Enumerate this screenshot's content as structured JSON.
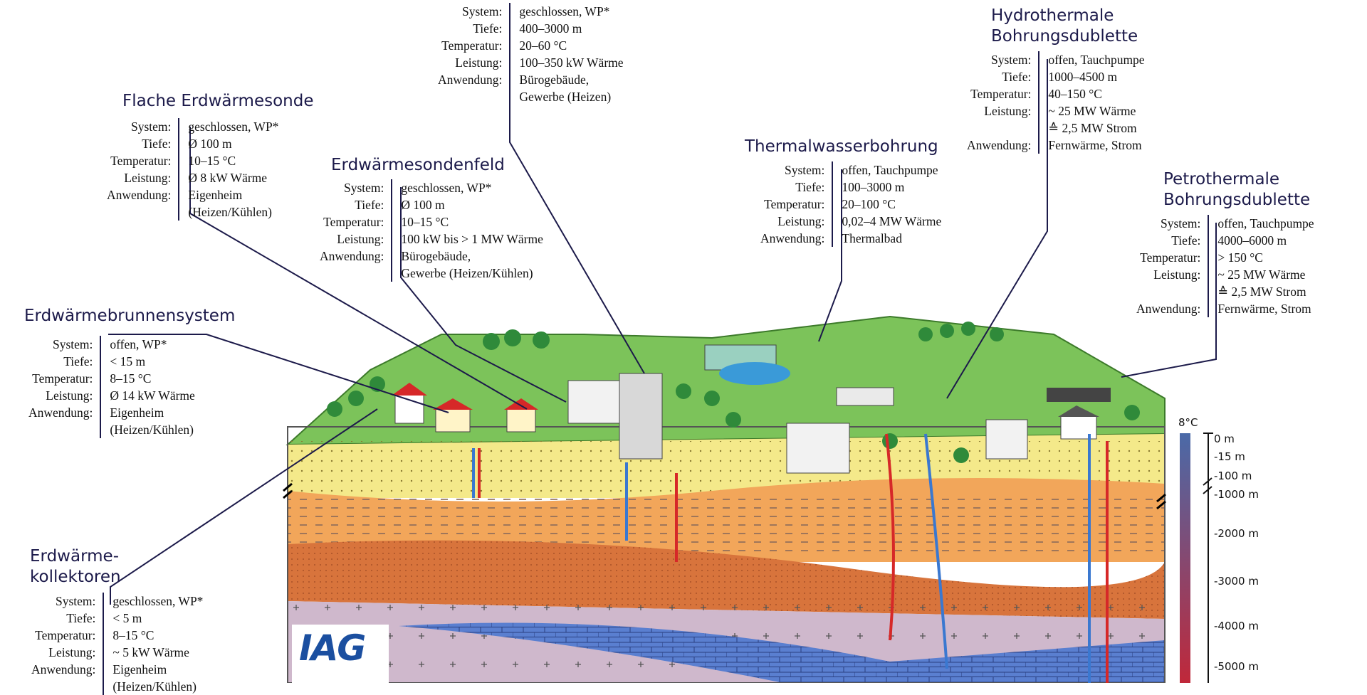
{
  "labels": {
    "system": "System:",
    "tiefe": "Tiefe:",
    "temperatur": "Temperatur:",
    "leistung": "Leistung:",
    "anwendung": "Anwendung:"
  },
  "systems": {
    "tiefe_sonde": {
      "title": "",
      "system": "geschlossen, WP*",
      "tiefe": "400–3000 m",
      "temperatur": "20–60 °C",
      "leistung": "100–350 kW Wärme",
      "anwendung": "Bürogebäude,",
      "anwendung2": "Gewerbe (Heizen)"
    },
    "flache_sonde": {
      "title": "Flache Erdwärmesonde",
      "system": "geschlossen, WP*",
      "tiefe": "Ø 100 m",
      "temperatur": "10–15 °C",
      "leistung": "Ø 8 kW Wärme",
      "anwendung": "Eigenheim",
      "anwendung2": "(Heizen/Kühlen)"
    },
    "sondenfeld": {
      "title": "Erdwärmesondenfeld",
      "system": "geschlossen, WP*",
      "tiefe": "Ø 100 m",
      "temperatur": "10–15 °C",
      "leistung": "100 kW bis > 1 MW Wärme",
      "anwendung": "Bürogebäude,",
      "anwendung2": "Gewerbe (Heizen/Kühlen)"
    },
    "brunnen": {
      "title": "Erdwärmebrunnensystem",
      "system": "offen, WP*",
      "tiefe": "< 15 m",
      "temperatur": "8–15 °C",
      "leistung": "Ø 14 kW Wärme",
      "anwendung": "Eigenheim",
      "anwendung2": "(Heizen/Kühlen)"
    },
    "kollektoren": {
      "title1": "Erdwärme-",
      "title2": "kollektoren",
      "system": "geschlossen, WP*",
      "tiefe": "< 5 m",
      "temperatur": "8–15 °C",
      "leistung": "~ 5 kW Wärme",
      "anwendung": "Eigenheim",
      "anwendung2": "(Heizen/Kühlen)"
    },
    "thermalwasser": {
      "title": "Thermalwasserbohrung",
      "system": "offen, Tauchpumpe",
      "tiefe": "100–3000 m",
      "temperatur": "20–100 °C",
      "leistung": "0,02–4 MW Wärme",
      "anwendung": "Thermalbad"
    },
    "hydrothermal": {
      "title1": "Hydrothermale",
      "title2": "Bohrungsdublette",
      "system": "offen, Tauchpumpe",
      "tiefe": "1000–4500 m",
      "temperatur": "40–150 °C",
      "leistung": "~ 25 MW Wärme",
      "leistung2": "≙ 2,5 MW Strom",
      "anwendung": "Fernwärme, Strom"
    },
    "petrothermal": {
      "title1": "Petrothermale",
      "title2": "Bohrungsdublette",
      "system": "offen, Tauchpumpe",
      "tiefe": "4000–6000 m",
      "temperatur": "> 150 °C",
      "leistung": "~ 25 MW Wärme",
      "leistung2": "≙ 2,5 MW Strom",
      "anwendung": "Fernwärme, Strom"
    }
  },
  "scale": {
    "temp_top": "8°C",
    "depths": [
      "0 m",
      "-15 m",
      "-100 m",
      "-1000 m",
      "-2000 m",
      "-3000 m",
      "-4000 m",
      "-5000 m"
    ]
  },
  "logo": "IAG",
  "colors": {
    "text_title": "#1c1a4a",
    "grass": "#7cc35a",
    "sand": "#f4e98a",
    "clay": "#f2a65a",
    "sandstone": "#d8743c",
    "granite": "#cfb8cc",
    "limestone": "#5a7fd0",
    "pipe_hot": "#d62828",
    "pipe_cold": "#3a78d0"
  }
}
